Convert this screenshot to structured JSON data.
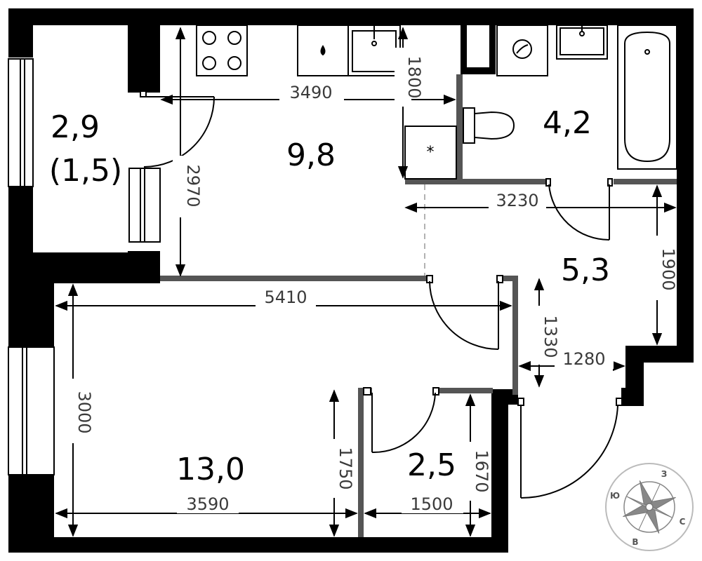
{
  "rooms": [
    {
      "id": "balcony",
      "area": "2,9",
      "secondary_area": "(1,5)"
    },
    {
      "id": "kitchen",
      "area": "9,8"
    },
    {
      "id": "bathroom",
      "area": "4,2"
    },
    {
      "id": "hall",
      "area": "5,3"
    },
    {
      "id": "living-room",
      "area": "13,0"
    },
    {
      "id": "storage",
      "area": "2,5"
    }
  ],
  "dimensions": {
    "kitchen_width": "3490",
    "kitchen_depth": "2970",
    "kitchen_counter": "1800",
    "hall_width": "3230",
    "hall_depth": "1900",
    "corridor_depth": "1330",
    "corridor_width": "1280",
    "living_width_full": "5410",
    "living_height": "3000",
    "living_width": "3590",
    "living_niche": "1750",
    "storage_width": "1500",
    "storage_depth": "1670"
  },
  "compass": {
    "north": "З",
    "east": "С",
    "south": "В",
    "west": "Ю"
  },
  "colors": {
    "wall": "#000000",
    "partition": "#555555",
    "dimension": "#3a3a3a",
    "compass": "#9a9a9a"
  }
}
